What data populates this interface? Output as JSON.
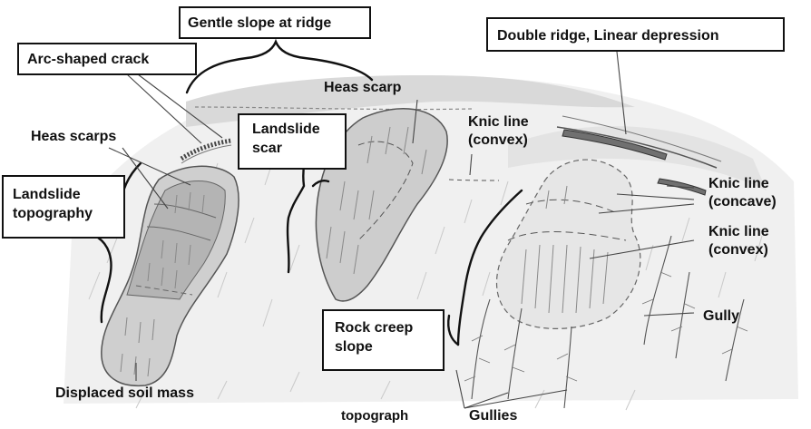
{
  "labels": {
    "gentle_slope": "Gentle slope at ridge",
    "double_ridge": "Double ridge, Linear depression",
    "arc_crack": "Arc-shaped crack",
    "heas_scarp": "Heas scarp",
    "knic_convex_top": [
      "Knic line",
      "(convex)"
    ],
    "heas_scarps": "Heas scarps",
    "landslide_scar": [
      "Landslide",
      "scar"
    ],
    "landslide_topography": [
      "Landslide",
      "topography"
    ],
    "knic_concave": [
      "Knic line",
      "(concave)"
    ],
    "knic_convex_right": [
      "Knic line",
      "(convex)"
    ],
    "gully": "Gully",
    "rock_creep": [
      "Rock creep",
      "slope"
    ],
    "displaced_soil": "Displaced soil mass",
    "topograph": "topograph",
    "gullies": "Gullies"
  },
  "colors": {
    "text": "#111111",
    "terrain_light": "#eeeeee",
    "terrain_mid": "#d6d6d6",
    "terrain_dark": "#a9a9a9",
    "line": "#333333"
  }
}
